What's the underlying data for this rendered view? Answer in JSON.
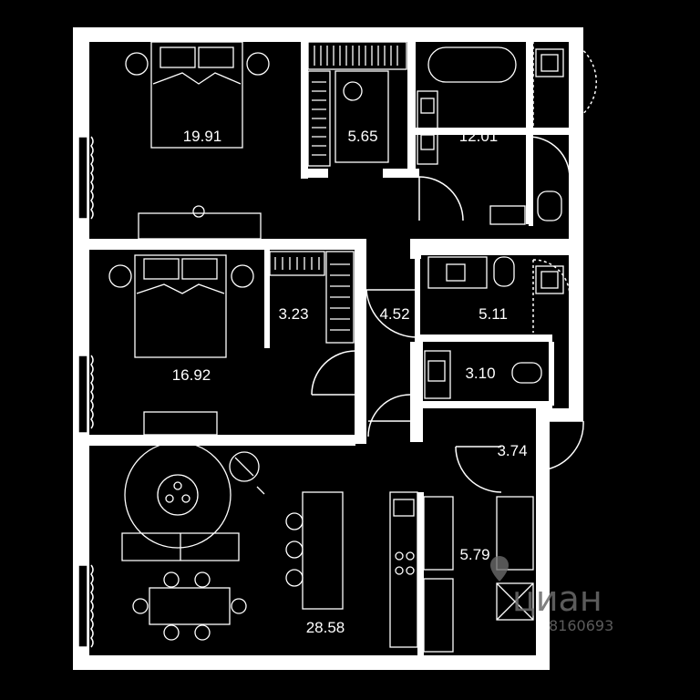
{
  "rooms": [
    {
      "id": "bedroom-1",
      "area": "19.91"
    },
    {
      "id": "closet-1",
      "area": "5.65"
    },
    {
      "id": "bathroom-1",
      "area": "12.01"
    },
    {
      "id": "bedroom-2",
      "area": "16.92"
    },
    {
      "id": "closet-2",
      "area": "3.23"
    },
    {
      "id": "hallway-1",
      "area": "4.52"
    },
    {
      "id": "bathroom-2",
      "area": "5.11"
    },
    {
      "id": "toilet",
      "area": "3.10"
    },
    {
      "id": "entrance",
      "area": "3.74"
    },
    {
      "id": "hallway-2",
      "area": "5.79"
    },
    {
      "id": "living-kitchen",
      "area": "28.58"
    }
  ],
  "watermark": {
    "brand": "циан",
    "id": "8160693"
  },
  "colors": {
    "background": "#000000",
    "wall": "#ffffff",
    "line": "#ffffff",
    "watermark": "#6b6b6b"
  }
}
